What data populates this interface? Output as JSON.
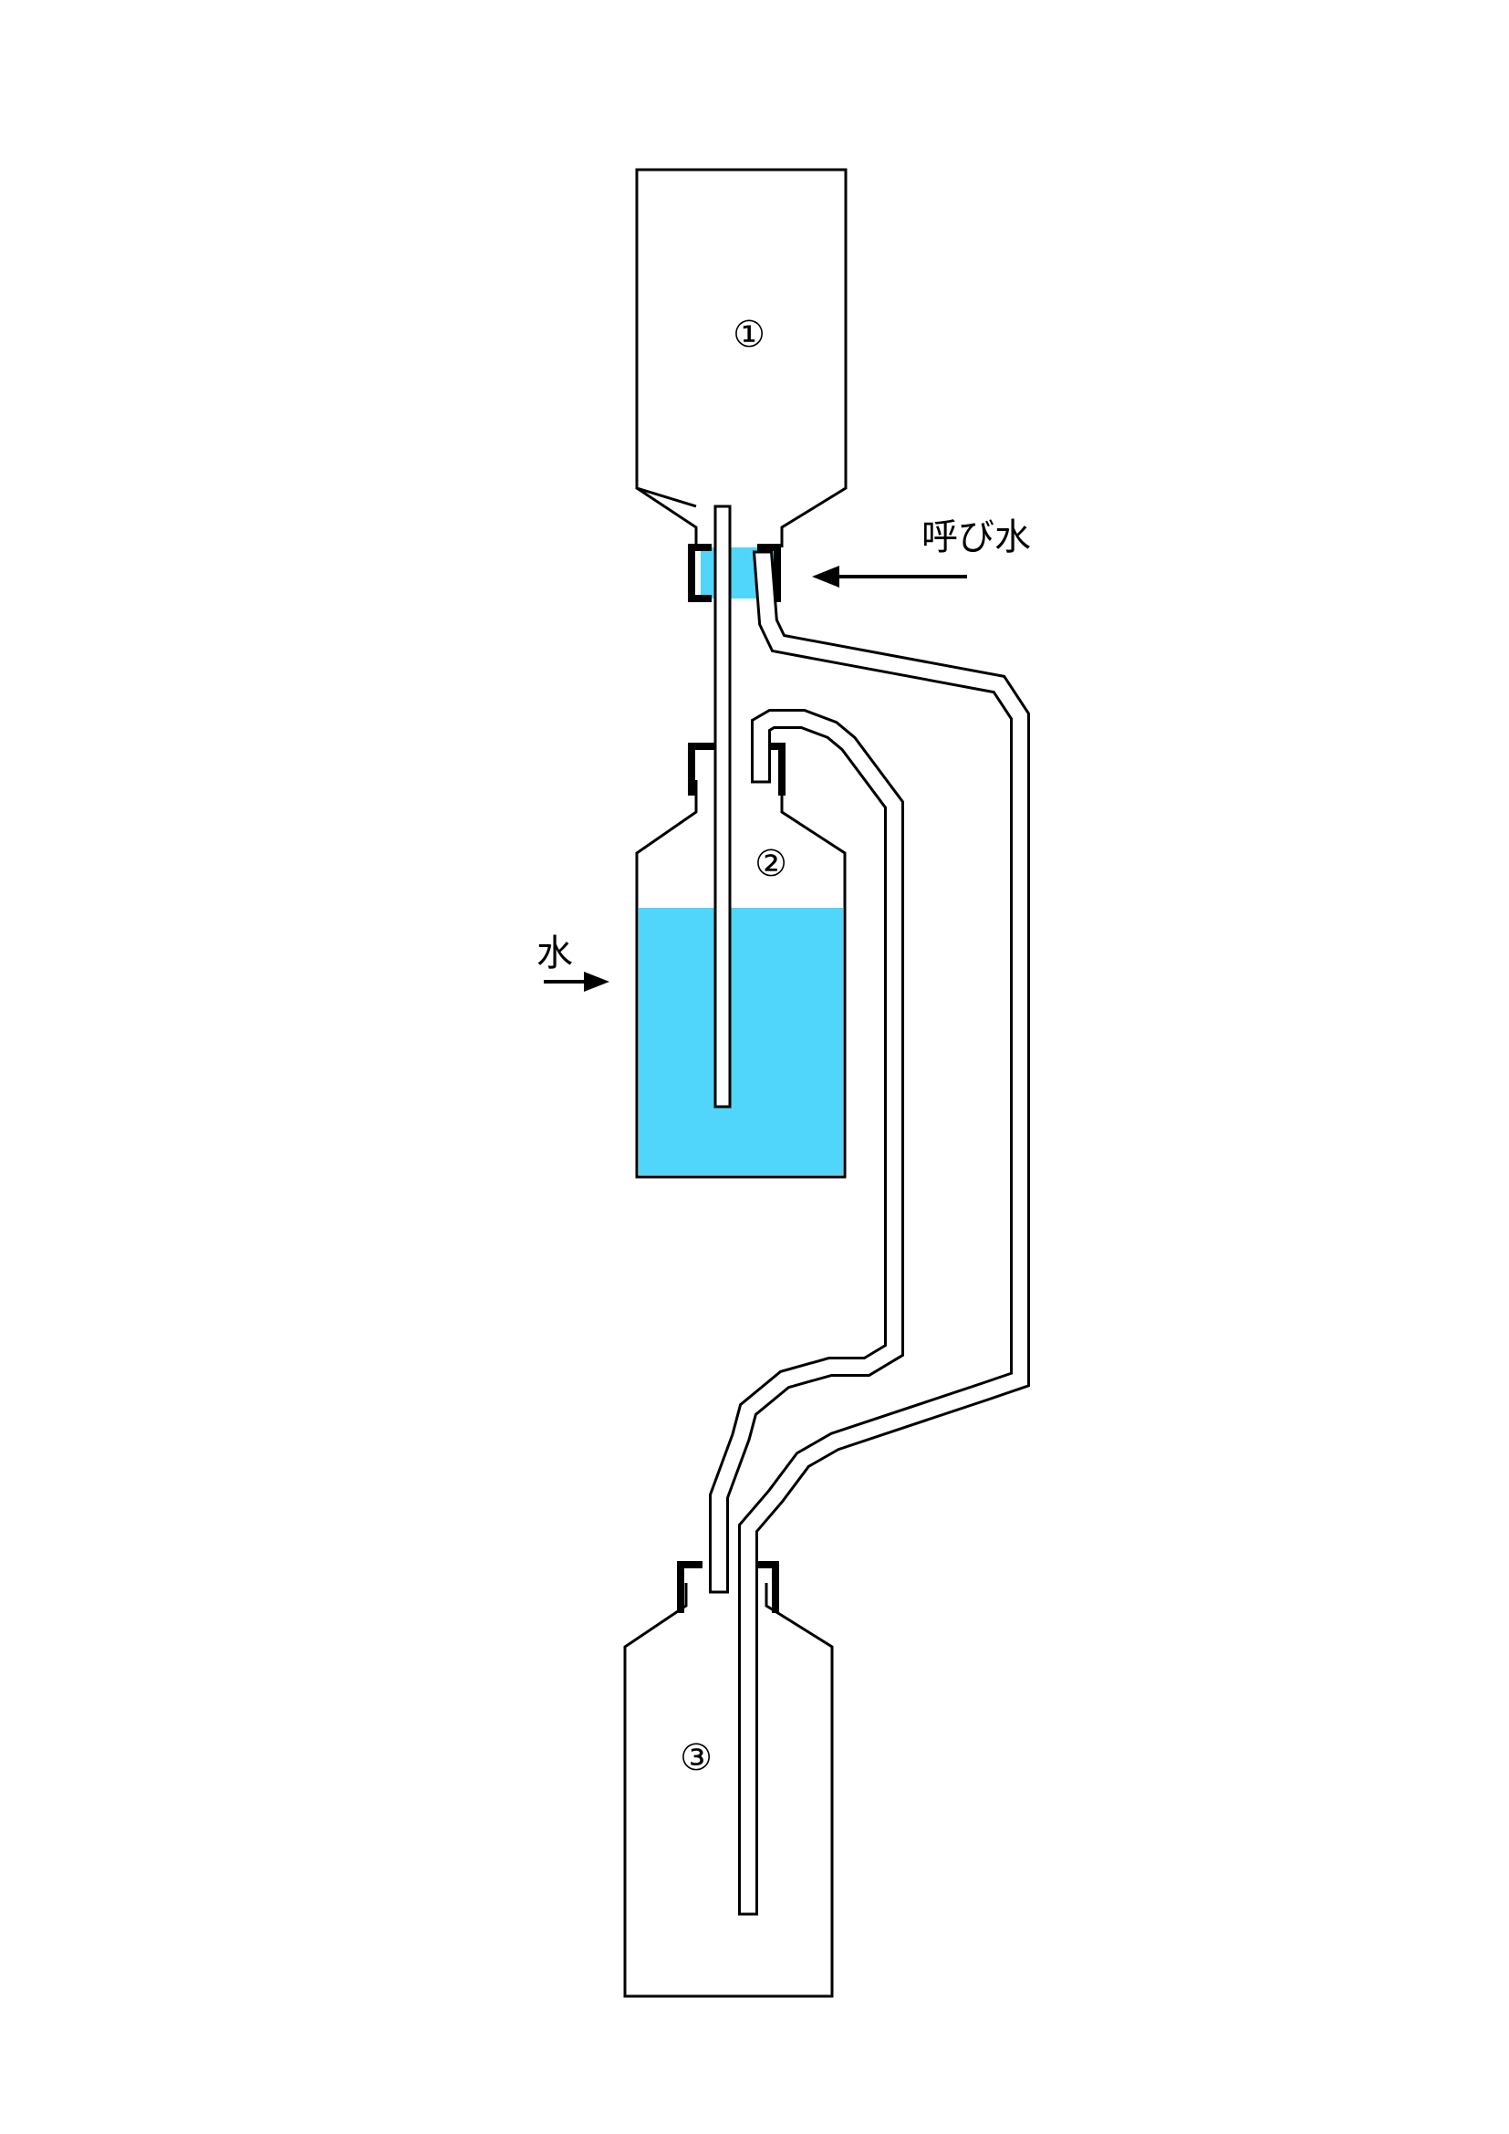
{
  "diagram": {
    "labels": {
      "container_1": "①",
      "container_2": "②",
      "container_3": "③",
      "priming_water": "呼び水",
      "water": "水"
    },
    "colors": {
      "water": "#4FD6FA",
      "line": "#000000",
      "background": "#FFFFFF"
    },
    "water_level_container_2": 0.83
  }
}
